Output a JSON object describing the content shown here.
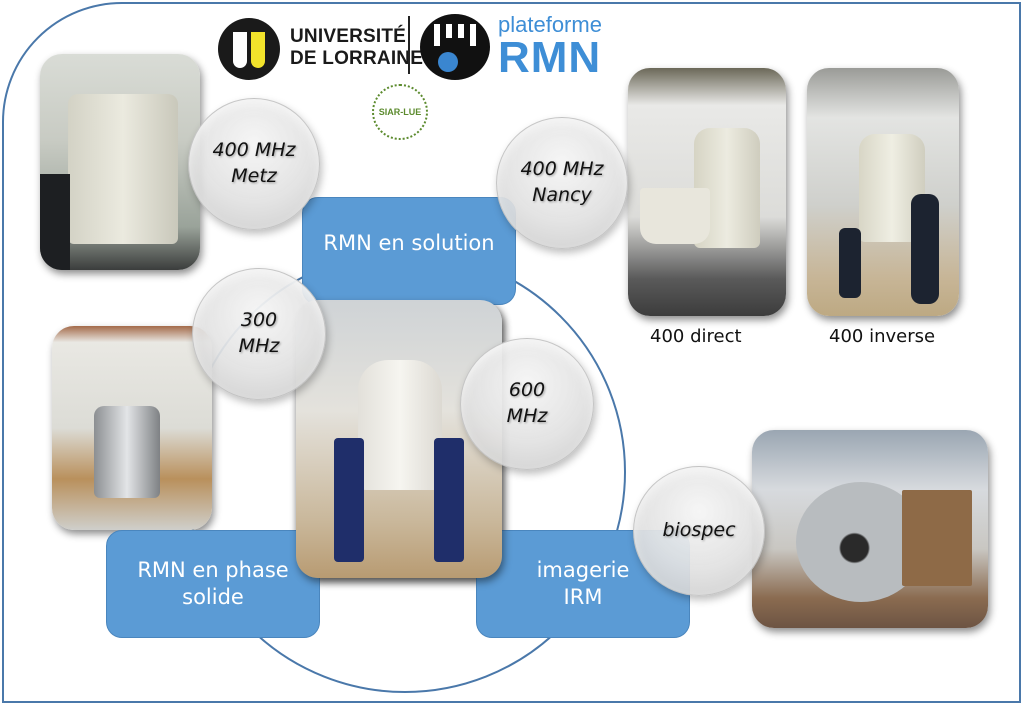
{
  "logos": {
    "university_line1": "UNIVERSITÉ",
    "university_line2": "DE LORRAINE",
    "platform_small": "plateforme",
    "platform_big": "RMN",
    "siar": "SIAR-LUE"
  },
  "categories": {
    "solution": "RMN en solution",
    "solid_line1": "RMN en phase",
    "solid_line2": "solide",
    "imaging_line1": "imagerie",
    "imaging_line2": "IRM"
  },
  "bubbles": {
    "metz": [
      "400 MHz",
      "Metz"
    ],
    "nancy": [
      "400 MHz",
      "Nancy"
    ],
    "mhz300": [
      "300",
      "MHz"
    ],
    "mhz600": [
      "600",
      "MHz"
    ],
    "biospec": [
      "biospec"
    ]
  },
  "captions": {
    "direct": "400 direct",
    "inverse": "400 inverse"
  },
  "colors": {
    "accent_blue": "#5b9bd5",
    "frame_blue": "#4a78aa",
    "platform_blue": "#3e8ed6"
  }
}
